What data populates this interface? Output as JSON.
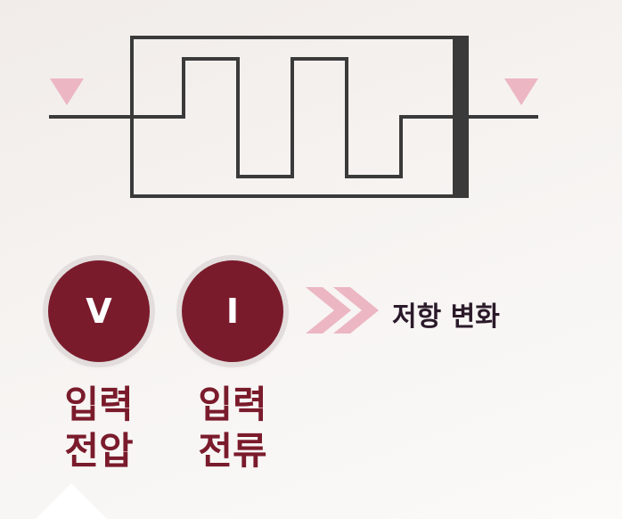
{
  "circles": [
    {
      "letter": "V",
      "caption_line1": "입력",
      "caption_line2": "전압"
    },
    {
      "letter": "I",
      "caption_line1": "입력",
      "caption_line2": "전류"
    }
  ],
  "result_label": "저항 변화",
  "colors": {
    "maroon": "#7a1b2c",
    "line": "#3a3a3a",
    "arrow_pink": "#ecb6c3",
    "text_dark": "#2b1a2a"
  },
  "icons": {
    "left_marker": "triangle-down",
    "right_marker": "triangle-down",
    "arrow": "double-chevron-right"
  }
}
